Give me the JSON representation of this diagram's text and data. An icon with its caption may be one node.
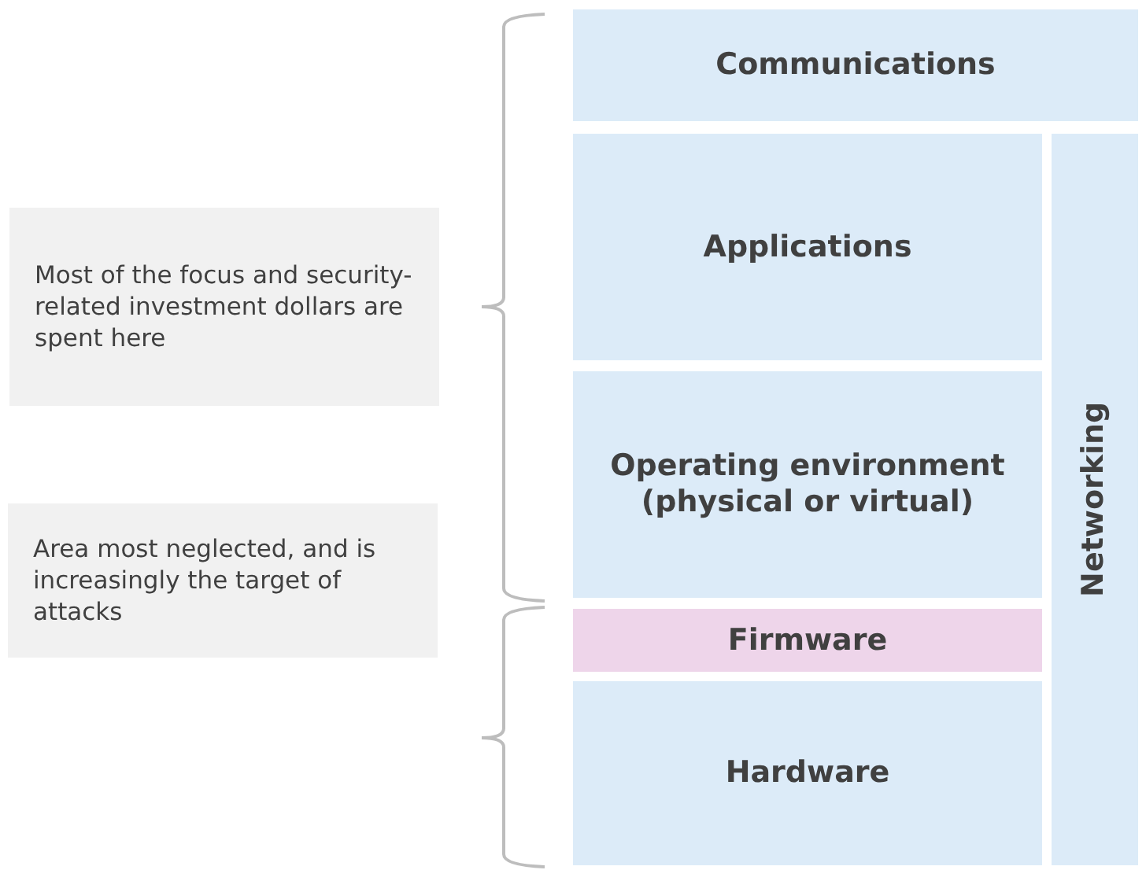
{
  "diagram": {
    "nodes": [
      {
        "text": [
          "Most of the focus and security-related investment dollars are spent here"
        ]
      },
      {
        "text": [
          "Area most neglected, and is increasingly the target of attacks"
        ]
      },
      {
        "text": [
          "Communications"
        ]
      },
      {
        "text": [
          "Applications"
        ]
      },
      {
        "text": [
          "Operating environment (physical or virtual)"
        ]
      },
      {
        "text": [
          "Firmware"
        ]
      },
      {
        "text": [
          "Hardware"
        ]
      },
      {
        "text": [
          "Networking"
        ]
      }
    ]
  }
}
